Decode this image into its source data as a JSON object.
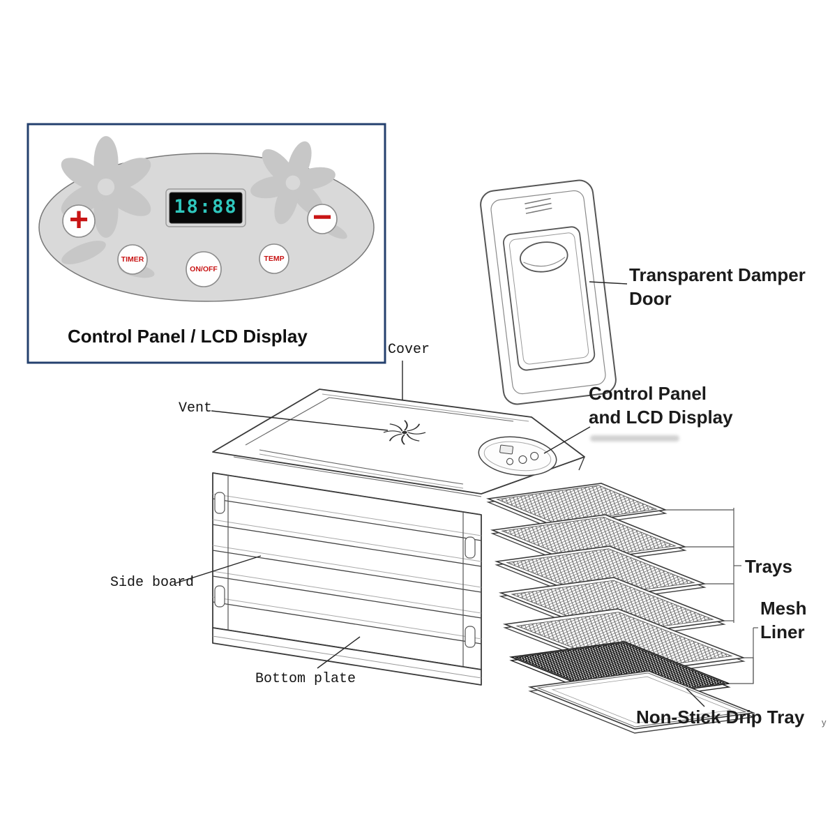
{
  "inset": {
    "caption": "Control Panel / LCD Display",
    "lcd_display": "18:88",
    "buttons": {
      "plus": "+",
      "minus": "−",
      "timer": "TIMER",
      "power": "ON/OFF",
      "temp": "TEMP"
    }
  },
  "labels": {
    "cover": "Cover",
    "vent": "Vent",
    "side_board": "Side board",
    "bottom_plate": "Bottom plate",
    "damper_door": {
      "line1": "Transparent Damper",
      "line2": "Door"
    },
    "control_panel": {
      "line1": "Control Panel",
      "line2": "and LCD Display"
    },
    "trays": "Trays",
    "mesh_liner": {
      "line1": "Mesh",
      "line2": "Liner"
    },
    "drip_tray": "Non-Stick Drip Tray"
  },
  "artifacts": {
    "stray_char": "y"
  },
  "colors": {
    "accent_red": "#c81414",
    "lcd_teal": "#2fc7bd",
    "inset_border": "#24406e",
    "line_dark": "#3a3a3a",
    "panel_gray": "#d9d9d9"
  }
}
